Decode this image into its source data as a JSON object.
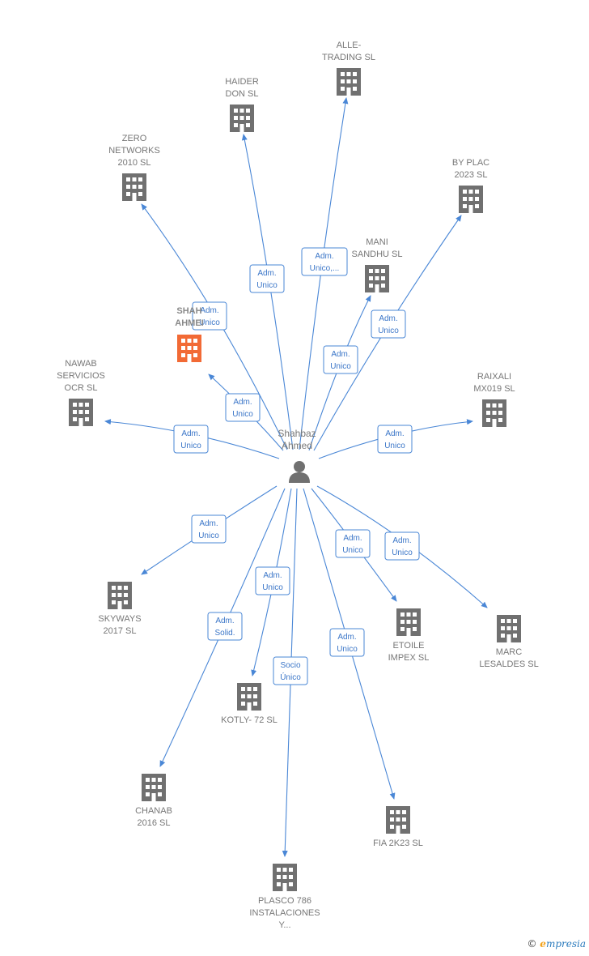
{
  "colors": {
    "edge": "#4a87d6",
    "building": "#707070",
    "building_highlight": "#f26a35",
    "label": "#777777",
    "person": "#707070"
  },
  "center": {
    "icon": "person-icon",
    "label_lines": [
      "Shahbaz",
      "Ahmed"
    ]
  },
  "companies": [
    {
      "id": "alle-trading",
      "lines": [
        "ALLE-",
        "TRADING  SL"
      ]
    },
    {
      "id": "haider-don",
      "lines": [
        "HAIDER",
        "DON  SL"
      ]
    },
    {
      "id": "zero-networks",
      "lines": [
        "ZERO",
        "NETWORKS",
        "2010 SL"
      ]
    },
    {
      "id": "by-plac",
      "lines": [
        "BY PLAC",
        "2023  SL"
      ]
    },
    {
      "id": "mani-sandhu",
      "lines": [
        "MANI",
        "SANDHU  SL"
      ]
    },
    {
      "id": "shah-ahmed",
      "lines": [
        "SHAH",
        "AHMEI"
      ],
      "highlight": true
    },
    {
      "id": "nawab-servicios",
      "lines": [
        "NAWAB",
        "SERVICIOS",
        "OCR  SL"
      ]
    },
    {
      "id": "raixali",
      "lines": [
        "RAIXALI",
        "MX019 SL"
      ]
    },
    {
      "id": "skyways",
      "lines": [
        "SKYWAYS",
        "2017  SL"
      ]
    },
    {
      "id": "etoile-impex",
      "lines": [
        "ETOILE",
        "IMPEX SL"
      ]
    },
    {
      "id": "marc-lesaldes",
      "lines": [
        "MARC",
        "LESALDES  SL"
      ]
    },
    {
      "id": "kotly",
      "lines": [
        "KOTLY- 72  SL"
      ]
    },
    {
      "id": "chanab",
      "lines": [
        "CHANAB",
        "2016  SL"
      ]
    },
    {
      "id": "fia",
      "lines": [
        "FIA 2K23  SL"
      ]
    },
    {
      "id": "plasco",
      "lines": [
        "PLASCO 786",
        "INSTALACIONES",
        "Y..."
      ]
    }
  ],
  "edges": [
    {
      "target": "alle-trading",
      "lines": [
        "Adm.",
        "Unico,..."
      ]
    },
    {
      "target": "haider-don",
      "lines": [
        "Adm.",
        "Unico"
      ]
    },
    {
      "target": "zero-networks",
      "lines": [
        "Adm.",
        "Unico"
      ]
    },
    {
      "target": "by-plac",
      "lines": [
        "Adm.",
        "Unico"
      ]
    },
    {
      "target": "mani-sandhu",
      "lines": [
        "Adm.",
        "Unico"
      ]
    },
    {
      "target": "shah-ahmed",
      "lines": [
        "Adm.",
        "Unico"
      ]
    },
    {
      "target": "nawab-servicios",
      "lines": [
        "Adm.",
        "Unico"
      ]
    },
    {
      "target": "raixali",
      "lines": [
        "Adm.",
        "Unico"
      ]
    },
    {
      "target": "skyways",
      "lines": [
        "Adm.",
        "Unico"
      ]
    },
    {
      "target": "etoile-impex",
      "lines": [
        "Adm.",
        "Unico"
      ]
    },
    {
      "target": "marc-lesaldes",
      "lines": [
        "Adm.",
        "Unico"
      ]
    },
    {
      "target": "kotly",
      "lines": [
        "Adm.",
        "Unico"
      ]
    },
    {
      "target": "chanab",
      "lines": [
        "Adm.",
        "Solid."
      ]
    },
    {
      "target": "fia",
      "lines": [
        "Adm.",
        "Unico"
      ]
    },
    {
      "target": "plasco",
      "lines": [
        "Socio",
        "Único"
      ]
    }
  ],
  "footer": {
    "copyright": "©",
    "brand_initial": "e",
    "brand_rest": "mpresia"
  }
}
